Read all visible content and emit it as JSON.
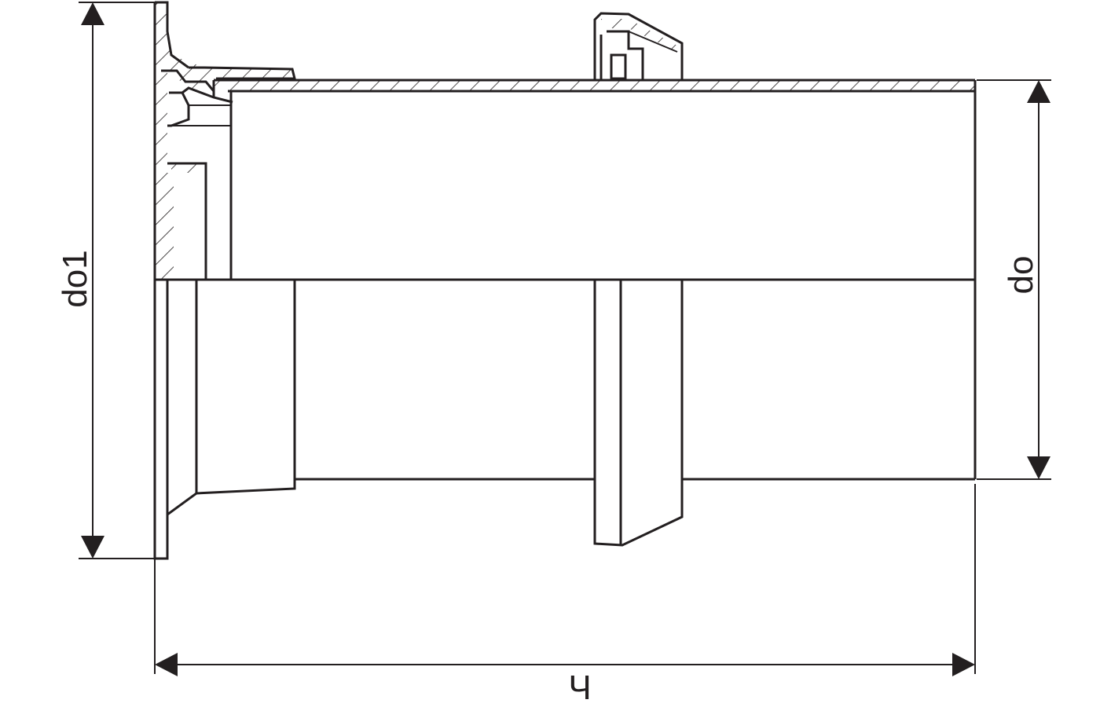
{
  "labels": {
    "left_diameter": "do1",
    "right_diameter": "do",
    "length": "Ч"
  },
  "colors": {
    "line": "#231f20",
    "background": "#ffffff"
  }
}
